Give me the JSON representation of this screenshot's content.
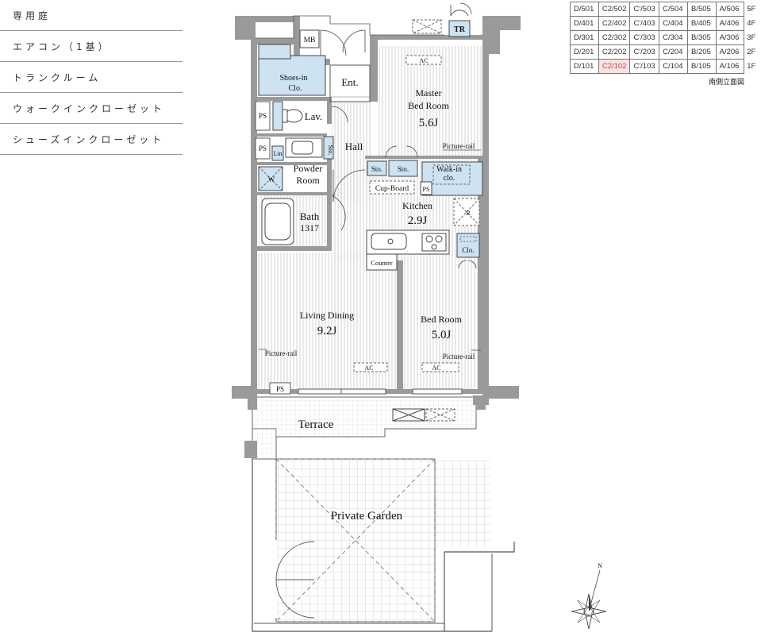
{
  "legend": {
    "items": [
      "専用庭",
      "エアコン（1基）",
      "トランクルーム",
      "ウォークインクローゼット",
      "シューズインクローゼット"
    ]
  },
  "elevation": {
    "rows": [
      [
        "D/501",
        "C2/502",
        "C'/503",
        "C/504",
        "B/505",
        "A/506",
        "5F"
      ],
      [
        "D/401",
        "C2/402",
        "C'/403",
        "C/404",
        "B/405",
        "A/406",
        "4F"
      ],
      [
        "D/301",
        "C2/302",
        "C'/303",
        "C/304",
        "B/305",
        "A/306",
        "3F"
      ],
      [
        "D/201",
        "C2/202",
        "C'/203",
        "C/204",
        "B/205",
        "A/206",
        "2F"
      ],
      [
        "D/101",
        "C2/102",
        "C'/103",
        "C/104",
        "B/105",
        "A/106",
        "1F"
      ]
    ],
    "highlight": "C2/102",
    "caption": "南側立面図"
  },
  "plan": {
    "mb": "MB",
    "tr": "TR",
    "shoes_line1": "Shoes-in",
    "shoes_line2": "Clo.",
    "ent": "Ent.",
    "ps": "PS",
    "lav": "Lav.",
    "sto": "Sto.",
    "hall": "Hall",
    "lin": "Lin",
    "w": "W",
    "powder_line1": "Powder",
    "powder_line2": "Room",
    "bath_line1": "Bath",
    "bath_line2": "1317",
    "ac": "AC",
    "master_line1": "Master",
    "master_line2": "Bed Room",
    "master_size": "5.6J",
    "picture_rail": "Picture-rail",
    "walkin_line1": "Walk-in",
    "walkin_line2": "clo.",
    "cupboard": "Cup-Board",
    "kitchen": "Kitchen",
    "kitchen_size": "2.9J",
    "r": "R",
    "clo": "Clo.",
    "counter": "Counter",
    "living": "Living Dining",
    "living_size": "9.2J",
    "bed": "Bed Room",
    "bed_size": "5.0J",
    "terrace": "Terrace",
    "garden": "Private Garden",
    "north": "N"
  },
  "colors": {
    "wall": "#9a9a9a",
    "closet": "#cde3f2",
    "highlight": "#f7e3e3"
  }
}
